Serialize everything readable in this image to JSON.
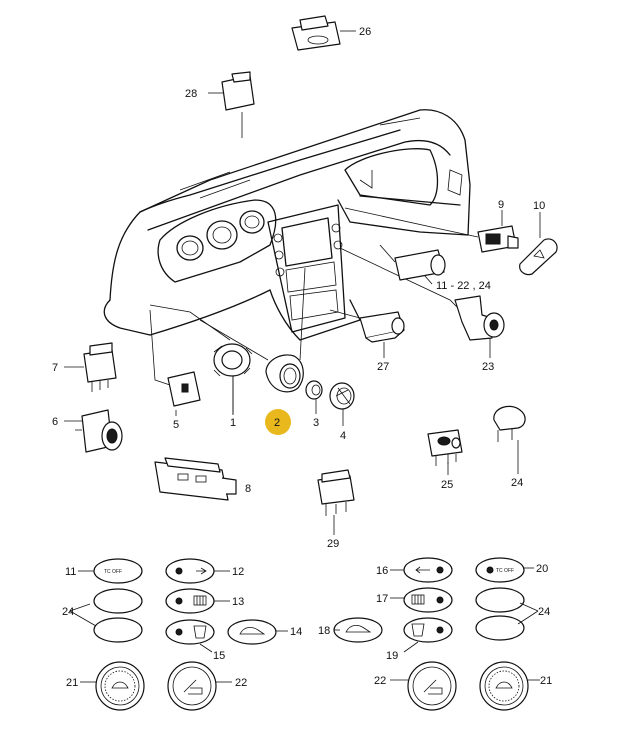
{
  "callouts": {
    "c26": "26",
    "c28": "28",
    "c9": "9",
    "c10": "10",
    "c11_22_24": "11 - 22 , 24",
    "c7": "7",
    "c6": "6",
    "c5": "5",
    "c1": "1",
    "c2": "2",
    "c3": "3",
    "c4": "4",
    "c27": "27",
    "c23": "23",
    "c8": "8",
    "c25": "25",
    "c24a": "24",
    "c29": "29",
    "c11": "11",
    "c12": "12",
    "c24b": "24",
    "c13": "13",
    "c15": "15",
    "c14": "14",
    "c21a": "21",
    "c22a": "22",
    "c16": "16",
    "c20": "20",
    "c17": "17",
    "c24c": "24",
    "c18": "18",
    "c19": "19",
    "c22b": "22",
    "c21b": "21"
  },
  "switch_text": {
    "tc_off": "TC OFF"
  },
  "colors": {
    "line": "#111111",
    "highlight": "#e8b81c",
    "background": "#ffffff"
  }
}
